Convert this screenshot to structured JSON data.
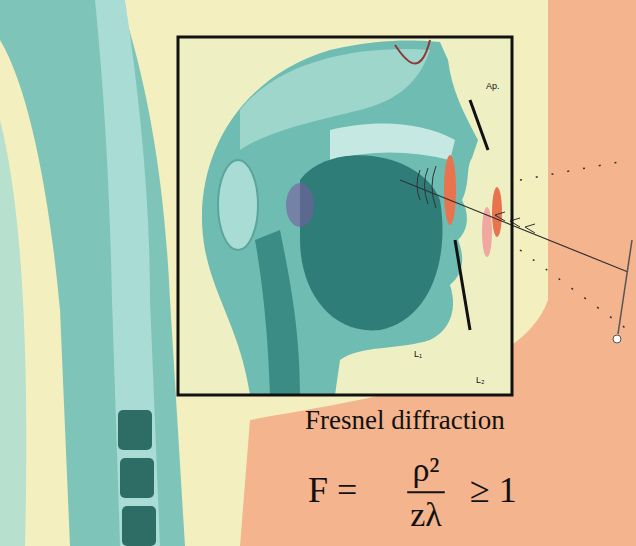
{
  "diagram": {
    "title": "Fresnel diffraction",
    "labels": [
      "Ap.",
      "L₁",
      "L₂",
      "F =",
      "ρ²",
      "zλ",
      "≥ 1"
    ]
  }
}
